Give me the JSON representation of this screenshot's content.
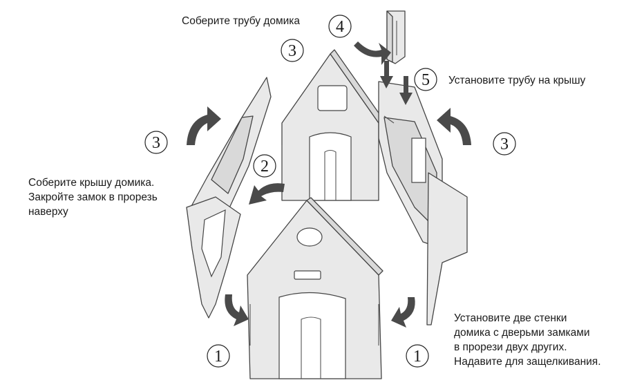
{
  "labels": {
    "chimney": "Соберите трубу домика",
    "install_chimney": "Установите трубу на крышу",
    "roof": [
      "Соберите крышу домика.",
      "Закройте замок в прорезь",
      "наверху"
    ],
    "walls": [
      "Установите две стенки",
      "домика с дверьми замками",
      "в прорези двух других.",
      "Надавите для защелкивания."
    ]
  },
  "steps": {
    "s1_left": "1",
    "s1_right": "1",
    "s2": "2",
    "s3_top": "3",
    "s3_left": "3",
    "s3_right": "3",
    "s4": "4",
    "s5": "5"
  },
  "colors": {
    "panel": "#e9e9e9",
    "arrow": "#4a4a4a",
    "outline": "#444444"
  }
}
